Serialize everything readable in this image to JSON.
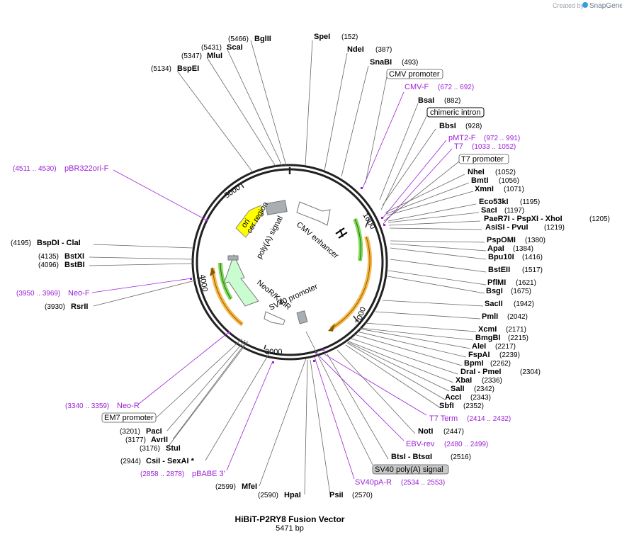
{
  "credit": {
    "created_by": "Created by",
    "brand": "SnapGene"
  },
  "map": {
    "title": "HiBiT-P2RY8 Fusion Vector",
    "length_label": "5471 bp",
    "total_bp": 5471
  },
  "ticks": [
    "1000",
    "2000",
    "3000",
    "4000",
    "5000"
  ],
  "sites_right": [
    {
      "name": "SpeI",
      "pos": "(152)"
    },
    {
      "name": "NdeI",
      "pos": "(387)"
    },
    {
      "name": "SnaBI",
      "pos": "(493)"
    },
    {
      "name": "BsaI",
      "pos": "(882)"
    },
    {
      "name": "BbsI",
      "pos": "(928)"
    },
    {
      "name": "NheI",
      "pos": "(1052)"
    },
    {
      "name": "BmtI",
      "pos": "(1056)"
    },
    {
      "name": "XmnI",
      "pos": "(1071)"
    },
    {
      "name": "Eco53kI",
      "pos": "(1195)"
    },
    {
      "name": "SacI",
      "pos": "(1197)"
    },
    {
      "name": "PaeR7I - PspXI - XhoI",
      "pos": "(1205)"
    },
    {
      "name": "AsiSI - PvuI",
      "pos": "(1219)"
    },
    {
      "name": "PspOMI",
      "pos": "(1380)"
    },
    {
      "name": "ApaI",
      "pos": "(1384)"
    },
    {
      "name": "Bpu10I",
      "pos": "(1416)"
    },
    {
      "name": "BstEII",
      "pos": "(1517)"
    },
    {
      "name": "PflMI",
      "pos": "(1621)"
    },
    {
      "name": "BsgI",
      "pos": "(1675)"
    },
    {
      "name": "SacII",
      "pos": "(1942)"
    },
    {
      "name": "PmlI",
      "pos": "(2042)"
    },
    {
      "name": "XcmI",
      "pos": "(2171)"
    },
    {
      "name": "BmgBI",
      "pos": "(2215)"
    },
    {
      "name": "AleI",
      "pos": "(2217)"
    },
    {
      "name": "FspAI",
      "pos": "(2239)"
    },
    {
      "name": "BpmI",
      "pos": "(2262)"
    },
    {
      "name": "DraI - PmeI",
      "pos": "(2304)"
    },
    {
      "name": "XbaI",
      "pos": "(2336)"
    },
    {
      "name": "SalI",
      "pos": "(2342)"
    },
    {
      "name": "AccI",
      "pos": "(2343)"
    },
    {
      "name": "SbfI",
      "pos": "(2352)"
    },
    {
      "name": "NotI",
      "pos": "(2447)"
    },
    {
      "name": "BtsI - BtsαI",
      "pos": "(2516)"
    }
  ],
  "sites_left": [
    {
      "name": "BglII",
      "pos": "(5466)"
    },
    {
      "name": "ScaI",
      "pos": "(5431)"
    },
    {
      "name": "MluI",
      "pos": "(5347)"
    },
    {
      "name": "BspEI",
      "pos": "(5134)"
    },
    {
      "name": "BspDI - ClaI",
      "pos": "(4195)"
    },
    {
      "name": "BstXI",
      "pos": "(4135)"
    },
    {
      "name": "BstBI",
      "pos": "(4096)"
    },
    {
      "name": "RsrII",
      "pos": "(3930)"
    },
    {
      "name": "PacI",
      "pos": "(3201)"
    },
    {
      "name": "AvrII",
      "pos": "(3177)"
    },
    {
      "name": "StuI",
      "pos": "(3176)"
    },
    {
      "name": "CsiI - SexAI *",
      "pos": "(2944)"
    },
    {
      "name": "MfeI",
      "pos": "(2599)"
    },
    {
      "name": "HpaI",
      "pos": "(2590)"
    },
    {
      "name": "PsiI",
      "pos": "(2570)"
    }
  ],
  "primers": [
    {
      "name": "CMV-F",
      "pos": "(672 .. 692)"
    },
    {
      "name": "pMT2-F",
      "pos": "(972 .. 991)"
    },
    {
      "name": "T7",
      "pos": "(1033 .. 1052)"
    },
    {
      "name": "T7 Term",
      "pos": "(2414 .. 2432)"
    },
    {
      "name": "EBV-rev",
      "pos": "(2480 .. 2499)"
    },
    {
      "name": "SV40pA-R",
      "pos": "(2534 .. 2553)"
    },
    {
      "name": "pBABE 3'",
      "pos": "(2858 .. 2878)"
    },
    {
      "name": "Neo-R",
      "pos": "(3340 .. 3359)"
    },
    {
      "name": "Neo-F",
      "pos": "(3950 .. 3969)"
    },
    {
      "name": "pBR322ori-F",
      "pos": "(4511 .. 4530)"
    }
  ],
  "boxed_features": [
    {
      "name": "CMV promoter"
    },
    {
      "name": "chimeric intron"
    },
    {
      "name": "T7 promoter"
    },
    {
      "name": "SV40 poly(A) signal"
    },
    {
      "name": "EM7 promoter"
    }
  ],
  "inner_features": {
    "cmv_enhancer": "CMV enhancer",
    "ori": "ori",
    "cer_region": "cer region",
    "polya": "poly(A) signal",
    "neor": "NeoR/KanR",
    "sv40": "SV40 promoter"
  },
  "colors": {
    "ori": "#ffff00",
    "neor": "#c9fccf",
    "orf_orange": "#f7b74a",
    "orf_green": "#7ed957",
    "primer": "#9b22d6",
    "backbone": "#222222"
  }
}
